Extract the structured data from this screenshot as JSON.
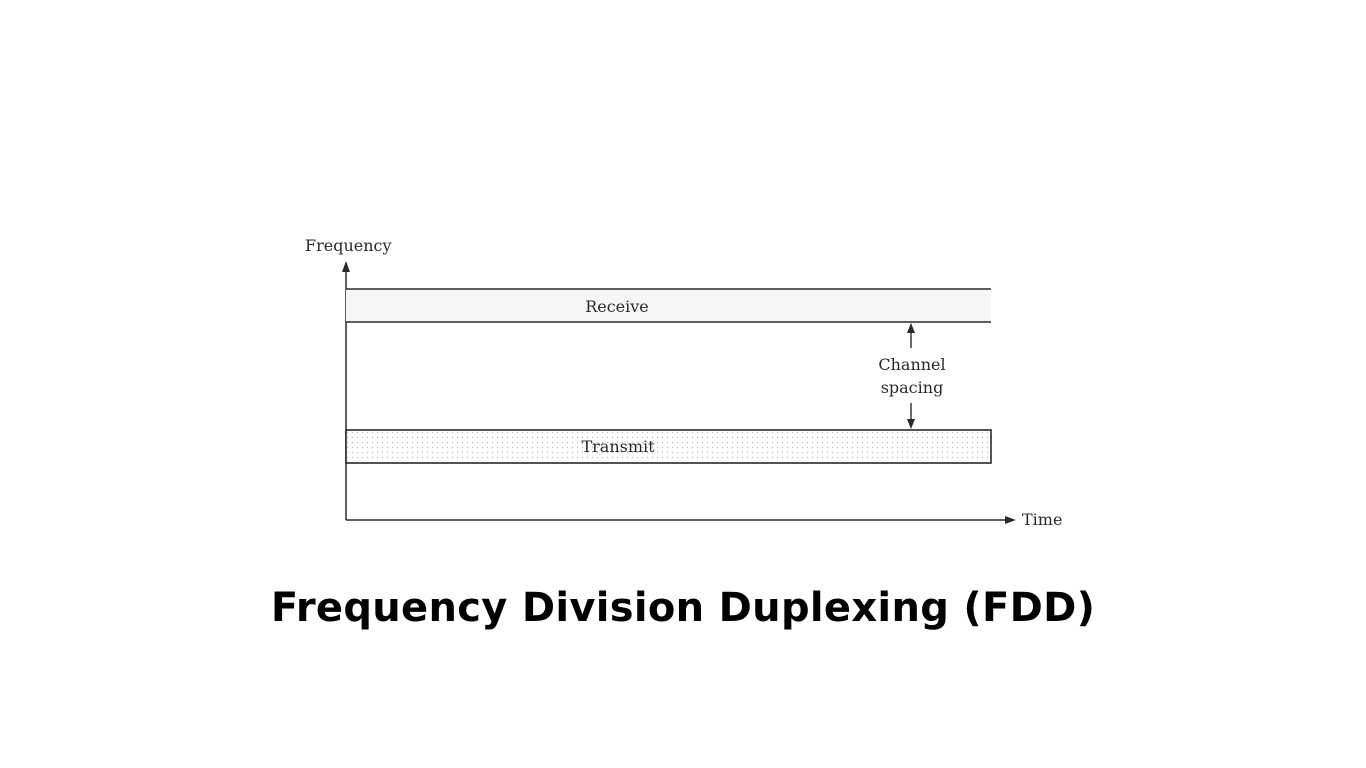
{
  "diagram": {
    "y_axis_label": "Frequency",
    "x_axis_label": "Time",
    "receive_band_label": "Receive",
    "transmit_band_label": "Transmit",
    "spacing_label_line1": "Channel",
    "spacing_label_line2": "spacing"
  },
  "title": "Frequency Division Duplexing (FDD)",
  "colors": {
    "line": "#2a2a2a",
    "receive_fill": "#f6f6f6",
    "transmit_dots": "#bdbdbd",
    "title": "#000000"
  }
}
